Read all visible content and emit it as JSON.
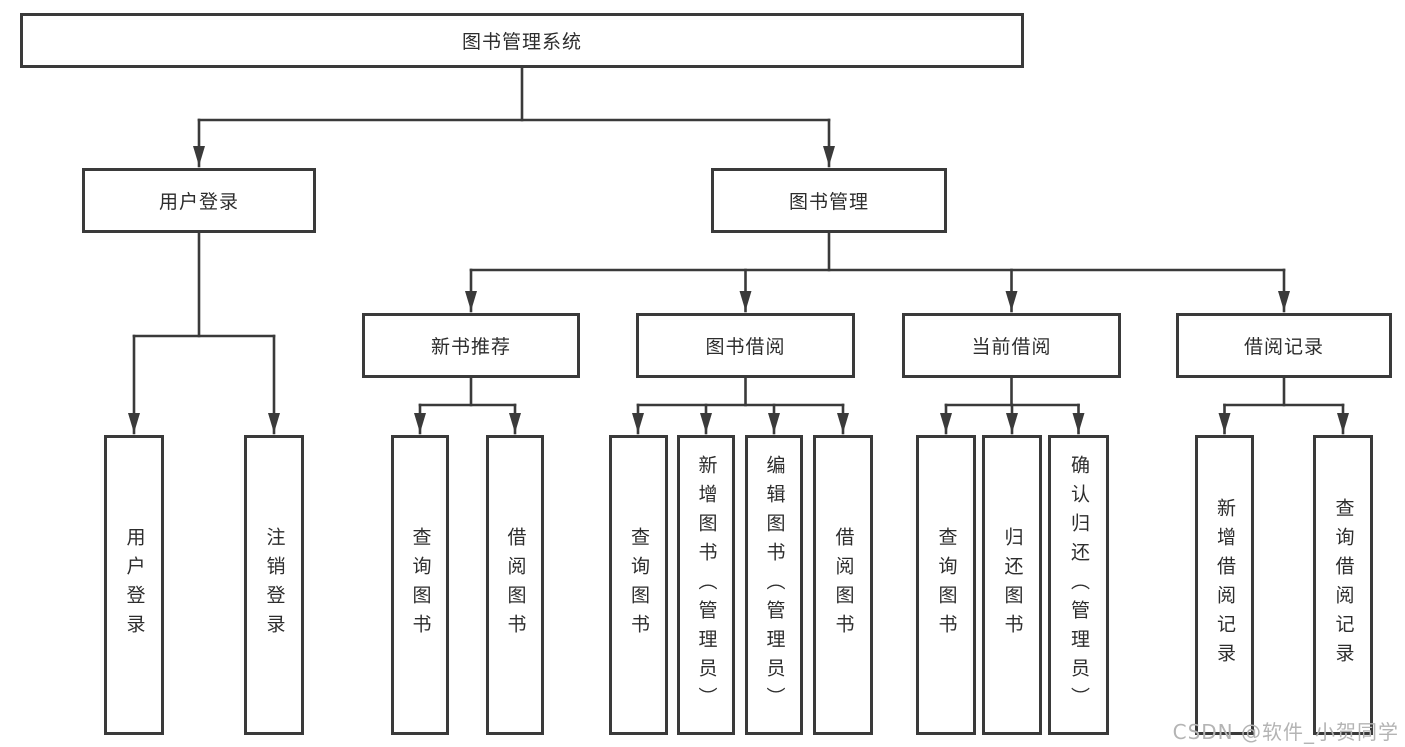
{
  "root": {
    "label": "图书管理系统"
  },
  "branches": [
    {
      "label": "用户登录",
      "children": [
        "用户登录",
        "注销登录"
      ]
    },
    {
      "label": "图书管理",
      "groups": [
        {
          "label": "新书推荐",
          "children": [
            "查询图书",
            "借阅图书"
          ]
        },
        {
          "label": "图书借阅",
          "children": [
            "查询图书",
            "新增图书（管理员）",
            "编辑图书（管理员）",
            "借阅图书"
          ]
        },
        {
          "label": "当前借阅",
          "children": [
            "查询图书",
            "归还图书",
            "确认归还（管理员）"
          ]
        },
        {
          "label": "借阅记录",
          "children": [
            "新增借阅记录",
            "查询借阅记录"
          ]
        }
      ]
    }
  ],
  "watermark": "CSDN @软件_小贺同学",
  "colors": {
    "line": "#3a3a3a",
    "box_fill": "#ffffff",
    "text": "#2d2d2d",
    "watermark": "#b4b4b4"
  }
}
